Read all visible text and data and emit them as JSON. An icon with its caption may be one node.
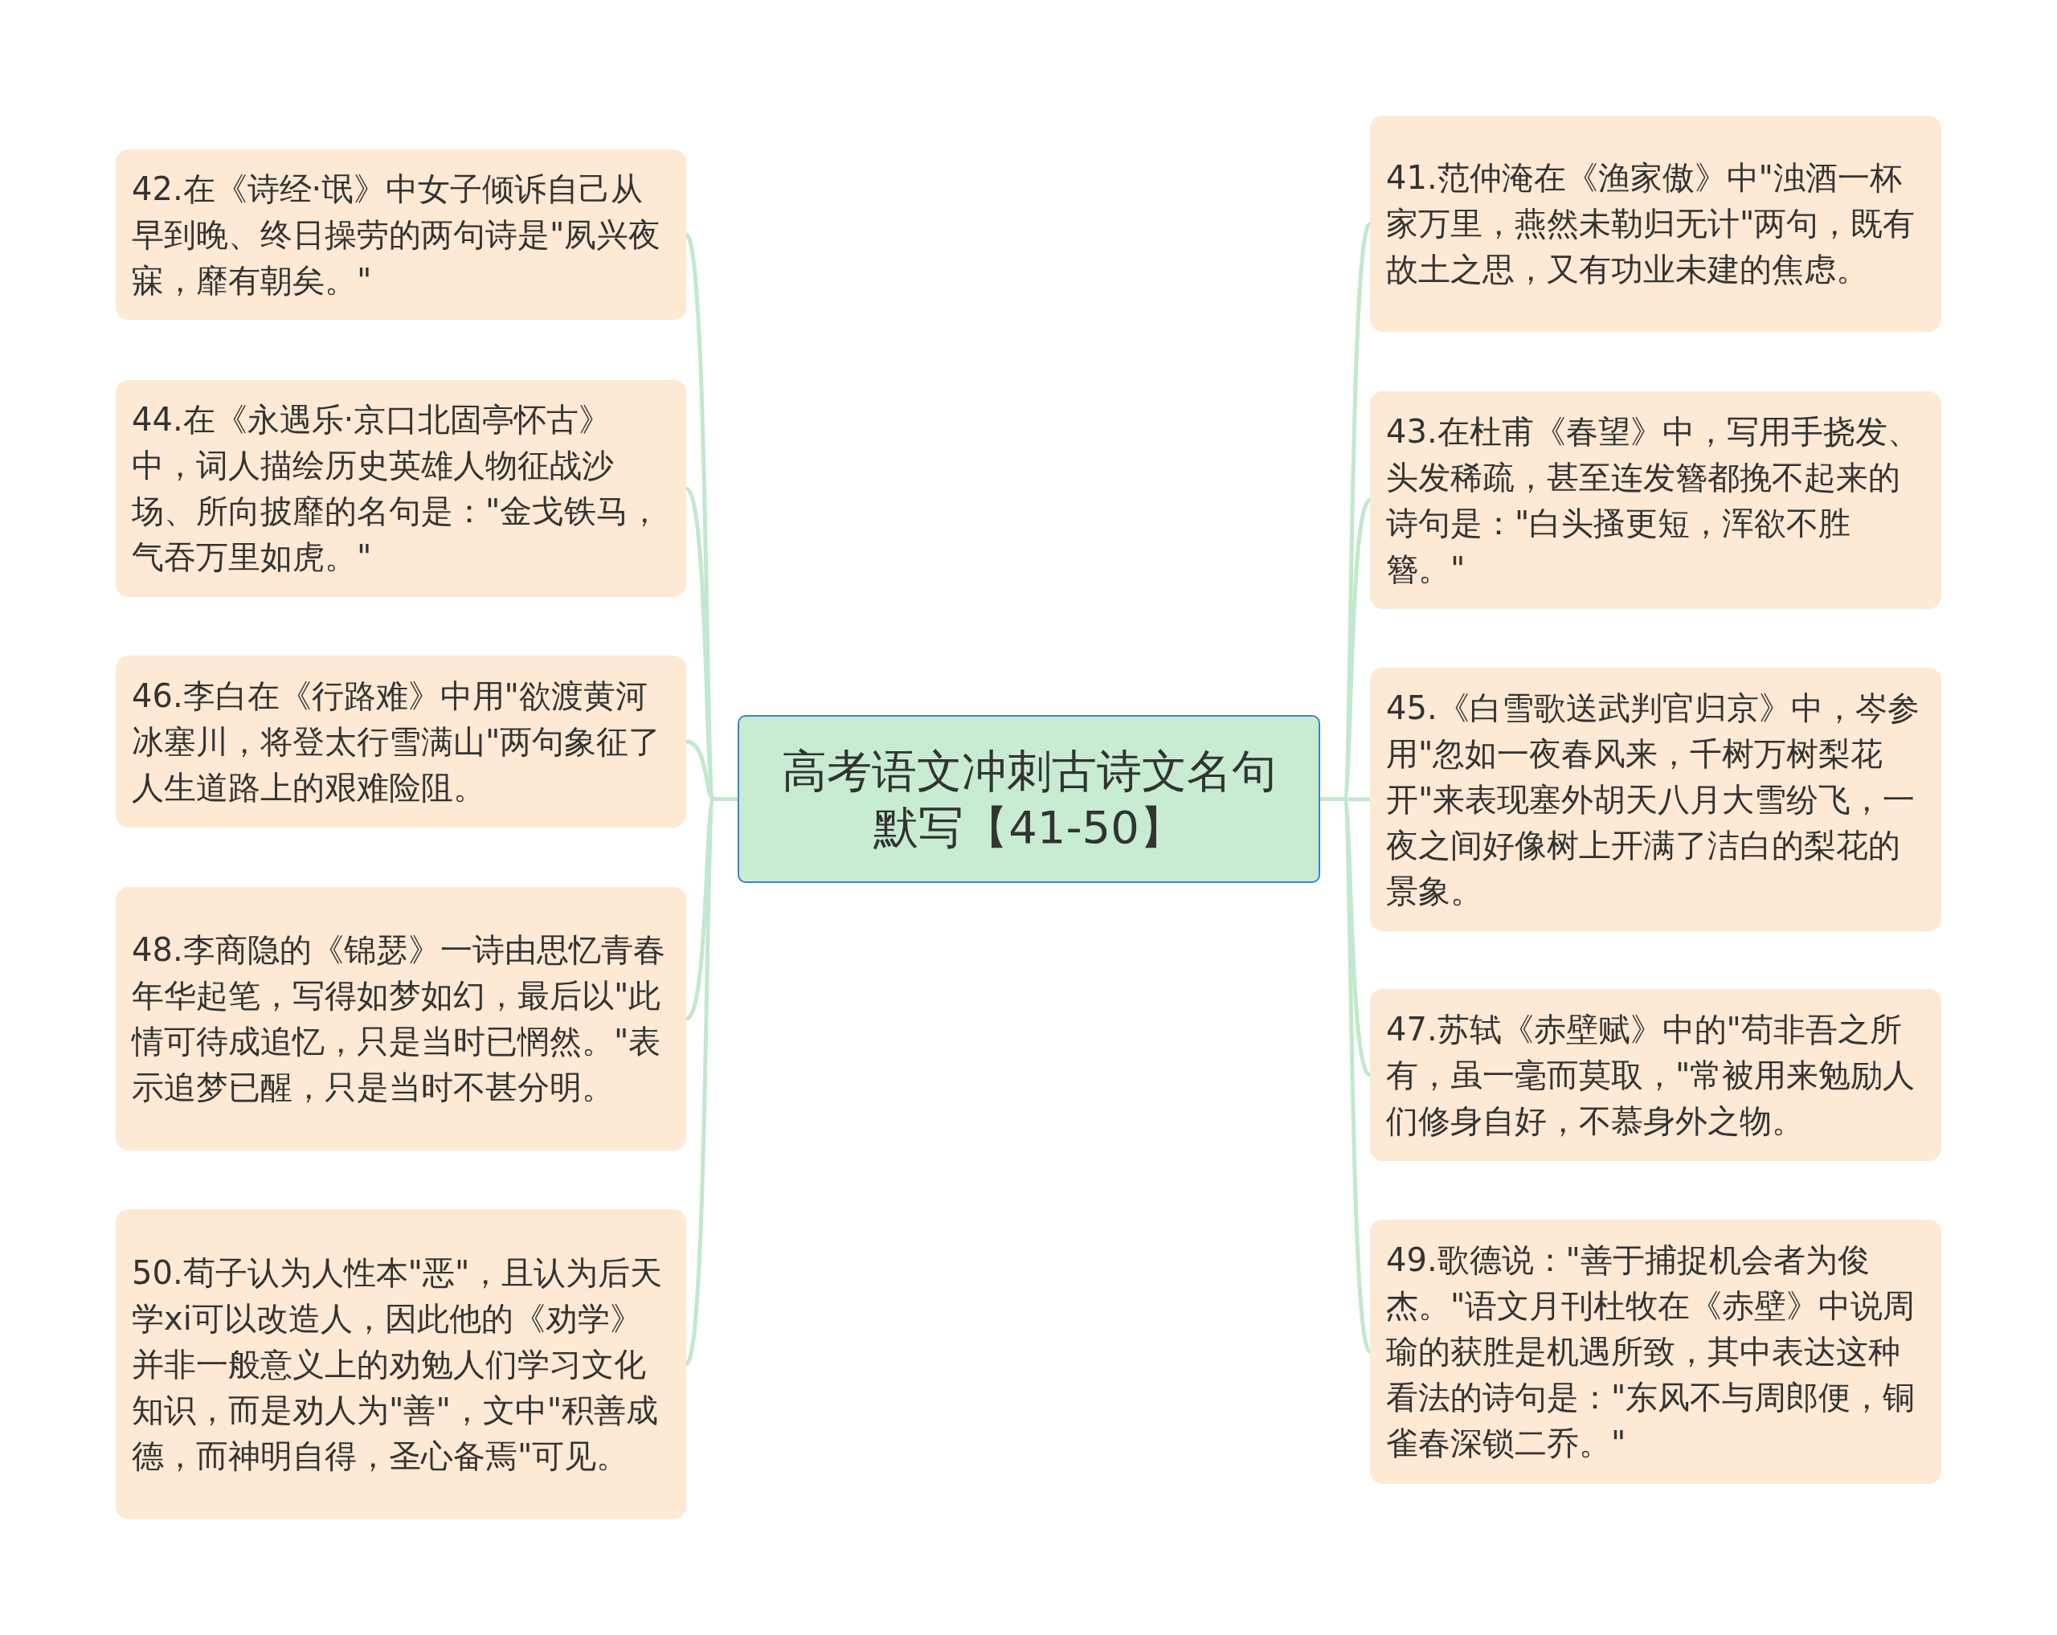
{
  "diagram": {
    "nodes": [
      {
        "text": [
          "高考语文冲刺古诗文名句默写【41-50】"
        ]
      },
      {
        "text": [
          "41.范仲淹在《渔家傲》中\"浊酒一杯家万里，燕然未勒归无计\"两句，既有故土之思，又有功业未建的焦虑。"
        ]
      },
      {
        "text": [
          "42.在《诗经·氓》中女子倾诉自己从早到晚、终日操劳的两句诗是\"夙兴夜寐，靡有朝矣。\""
        ]
      },
      {
        "text": [
          "43.在杜甫《春望》中，写用手挠发、头发稀疏，甚至连发簪都挽不起来的诗句是：\"白头搔更短，浑欲不胜簪。\""
        ]
      },
      {
        "text": [
          "44.在《永遇乐·京口北固亭怀古》中，词人描绘历史英雄人物征战沙场、所向披靡的名句是：\"金戈铁马，气吞万里如虎。\""
        ]
      },
      {
        "text": [
          "45.《白雪歌送武判官归京》中，岑参用\"忽如一夜春风来，千树万树梨花开\"来表现塞外胡天八月大雪纷飞，一夜之间好像树上开满了洁白的梨花的景象。"
        ]
      },
      {
        "text": [
          "46.李白在《行路难》中用\"欲渡黄河冰塞川，将登太行雪满山\"两句象征了人生道路上的艰难险阻。"
        ]
      },
      {
        "text": [
          "47.苏轼《赤壁赋》中的\"苟非吾之所有，虽一毫而莫取，\"常被用来勉励人们修身自好，不慕身外之物。"
        ]
      },
      {
        "text": [
          "48.李商隐的《锦瑟》一诗由思忆青春年华起笔，写得如梦如幻，最后以\"此情可待成追忆，只是当时已惘然。\"表示追梦已醒，只是当时不甚分明。"
        ]
      },
      {
        "text": [
          "49.歌德说：\"善于捕捉机会者为俊杰。\"语文月刊杜牧在《赤壁》中说周瑜的获胜是机遇所致，其中表达这种看法的诗句是：\"东风不与周郎便，铜雀春深锁二乔。\""
        ]
      },
      {
        "text": [
          "50.荀子认为人性本\"恶\"，且认为后天学xi可以改造人，因此他的《劝学》并非一般意义上的劝勉人们学习文化知识，而是劝人为\"善\"，文中\"积善成德，而神明自得，圣心备焉\"可见。"
        ]
      }
    ],
    "edges": [
      {
        "from": 0,
        "to": 1,
        "arrow": "none"
      },
      {
        "from": 0,
        "to": 2,
        "arrow": "none"
      },
      {
        "from": 0,
        "to": 3,
        "arrow": "none"
      },
      {
        "from": 0,
        "to": 4,
        "arrow": "none"
      },
      {
        "from": 0,
        "to": 5,
        "arrow": "none"
      },
      {
        "from": 0,
        "to": 6,
        "arrow": "none"
      },
      {
        "from": 0,
        "to": 7,
        "arrow": "none"
      },
      {
        "from": 0,
        "to": 8,
        "arrow": "none"
      },
      {
        "from": 0,
        "to": 9,
        "arrow": "none"
      },
      {
        "from": 0,
        "to": 10,
        "arrow": "none"
      }
    ]
  }
}
